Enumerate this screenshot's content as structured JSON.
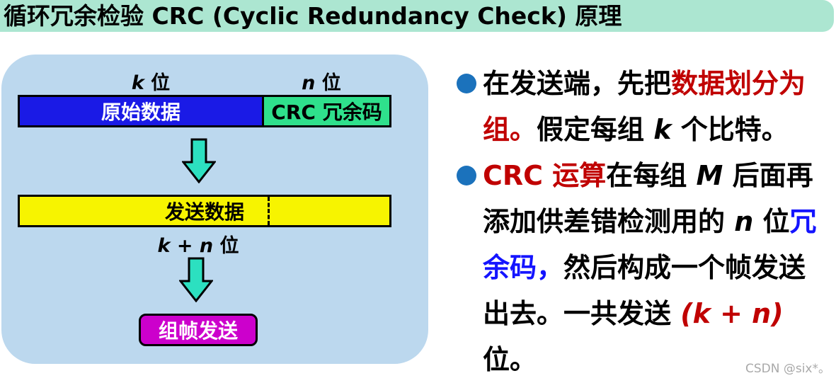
{
  "title": "循环冗余检验 CRC (Cyclic Redundancy Check) 原理",
  "diagram": {
    "k_label": {
      "italic": "k",
      "suffix": " 位"
    },
    "n_label": {
      "italic": "n",
      "suffix": " 位"
    },
    "kn_label": {
      "italic": "k + n",
      "suffix": " 位"
    },
    "original_data_box": "原始数据",
    "crc_box": "CRC 冗余码",
    "send_data_box": "发送数据",
    "frame_send_box": "组帧发送"
  },
  "bullets": {
    "b1": {
      "seg1": "在发送端，先把",
      "seg2_red": "数据划分为组。",
      "seg3": "假定每组 ",
      "seg4_italic": "k",
      "seg5": " 个比特。"
    },
    "b2": {
      "seg1_red": "CRC 运算",
      "seg2": "在每组 ",
      "seg3_italic": "M",
      "seg4": " 后面再添加供差错检测用的 ",
      "seg5_italic": "n",
      "seg6": " 位",
      "seg7_blue": "冗余码，",
      "seg8": "然后构成一个帧发送出去。一共发送 ",
      "seg9_red_italic": "(k + n)",
      "seg10": " 位。"
    }
  },
  "watermark": "CSDN @six*。",
  "colors": {
    "title_bg": "#ace6d1",
    "panel_bg": "#bcd8ee",
    "data_box": "#1a1ae6",
    "crc_box": "#2fe08c",
    "send_box": "#f7f400",
    "frame_box": "#cc00cc",
    "arrow": "#2ce0c0",
    "red_text": "#c00000",
    "blue_text": "#1414ff",
    "bullet_dot": "#1b72bc"
  }
}
